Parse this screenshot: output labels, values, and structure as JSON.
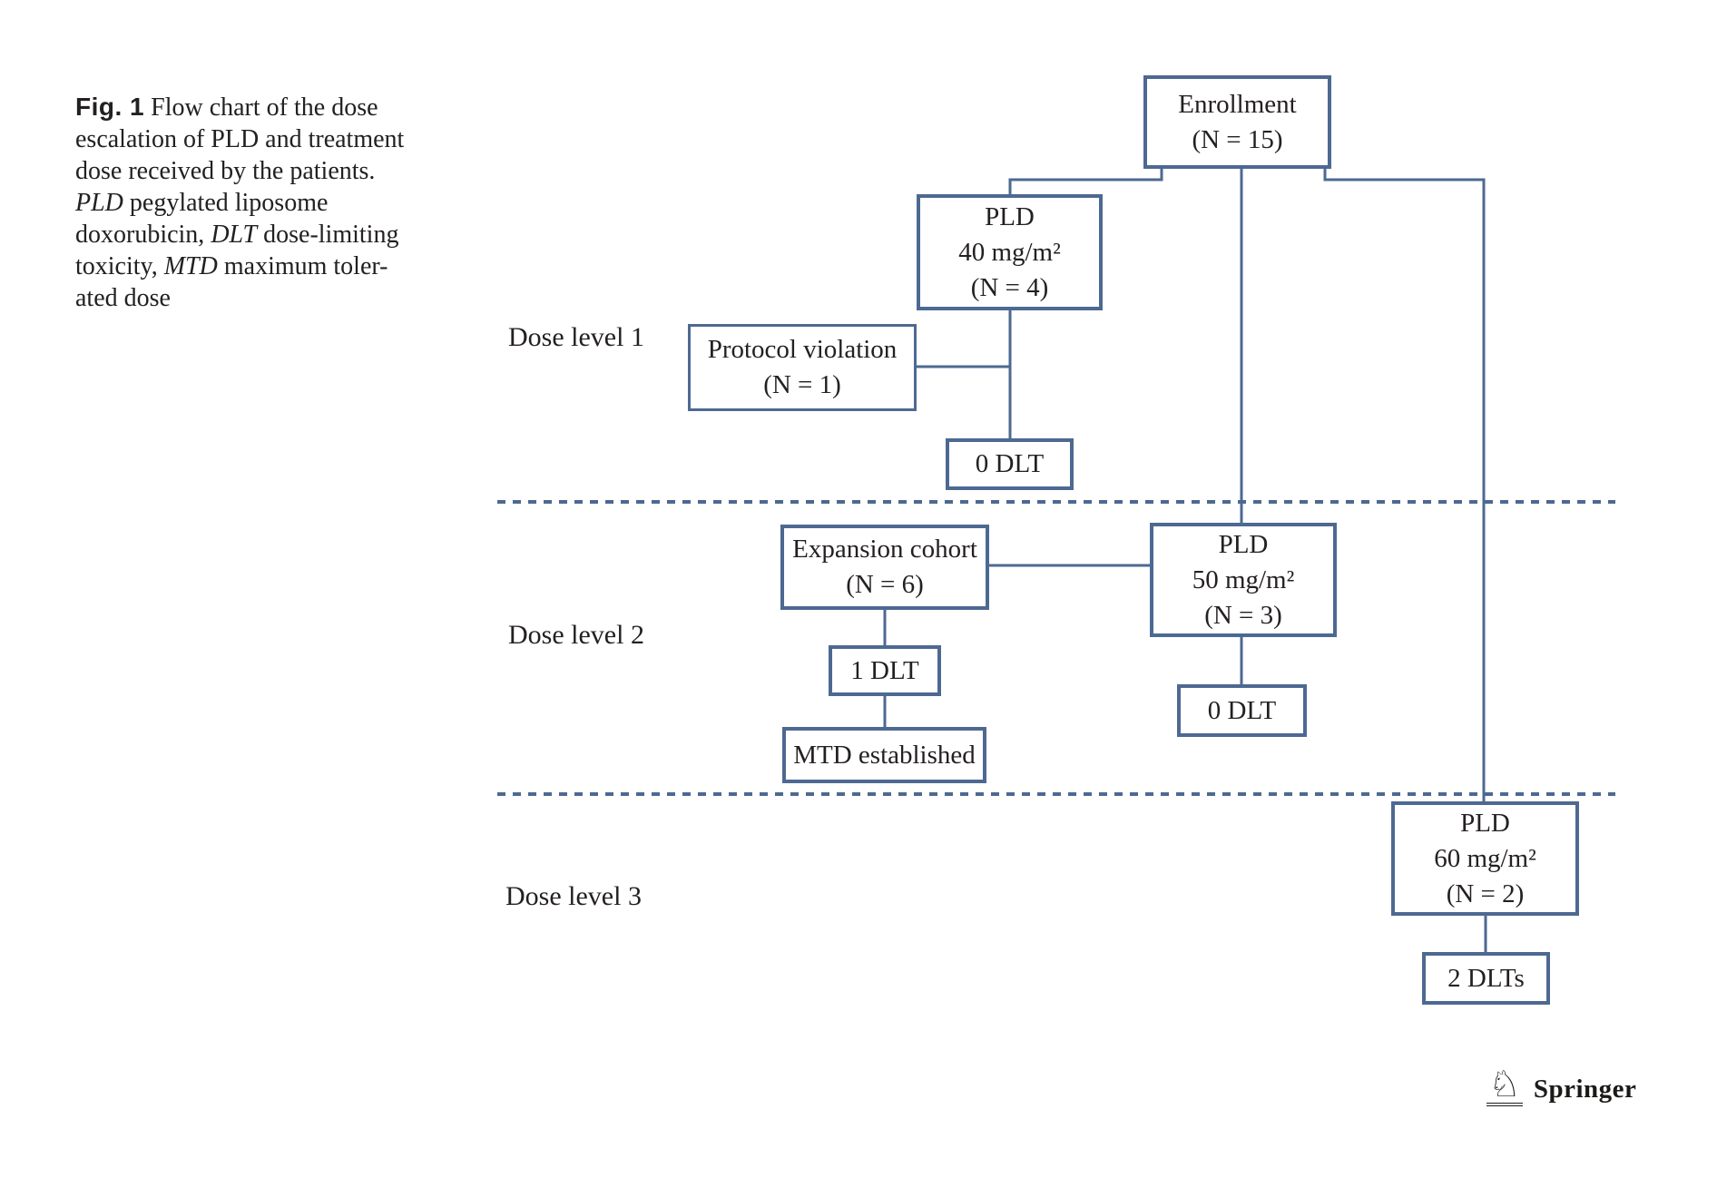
{
  "caption": {
    "parts": [
      {
        "text": "Fig. 1"
      },
      {
        "text": "  Flow chart of the dose\nescalation of PLD and treatment\ndose received by the patients.\n"
      },
      {
        "text": "PLD"
      },
      {
        "text": " pegylated liposome\ndoxorubicin, "
      },
      {
        "text": "DLT"
      },
      {
        "text": " dose-limiting\ntoxicity, "
      },
      {
        "text": "MTD"
      },
      {
        "text": " maximum toler-\nated dose"
      }
    ]
  },
  "dose_levels": {
    "level1": "Dose level 1",
    "level2": "Dose level 2",
    "level3": "Dose level 3"
  },
  "nodes": {
    "enrollment": {
      "lines": [
        "Enrollment",
        "(N = 15)"
      ]
    },
    "pld40": {
      "lines": [
        "PLD",
        "40 mg/m²",
        "(N = 4)"
      ]
    },
    "protocol_violation": {
      "lines": [
        "Protocol violation",
        "(N = 1)"
      ]
    },
    "dlt_level1": {
      "lines": [
        "0 DLT"
      ]
    },
    "expansion_cohort": {
      "lines": [
        "Expansion cohort",
        "(N = 6)"
      ]
    },
    "pld50": {
      "lines": [
        "PLD",
        "50 mg/m²",
        "(N = 3)"
      ]
    },
    "dlt1": {
      "lines": [
        "1 DLT"
      ]
    },
    "mtd": {
      "lines": [
        "MTD established"
      ]
    },
    "dlt_level2": {
      "lines": [
        "0 DLT"
      ]
    },
    "pld60": {
      "lines": [
        "PLD",
        "60 mg/m²",
        "(N = 2)"
      ]
    },
    "dlts2": {
      "lines": [
        "2 DLTs"
      ]
    }
  },
  "publisher": {
    "name": "Springer",
    "knight_glyph": "♘"
  },
  "colors": {
    "line_blue": "#4d6992",
    "text": "#242021"
  }
}
